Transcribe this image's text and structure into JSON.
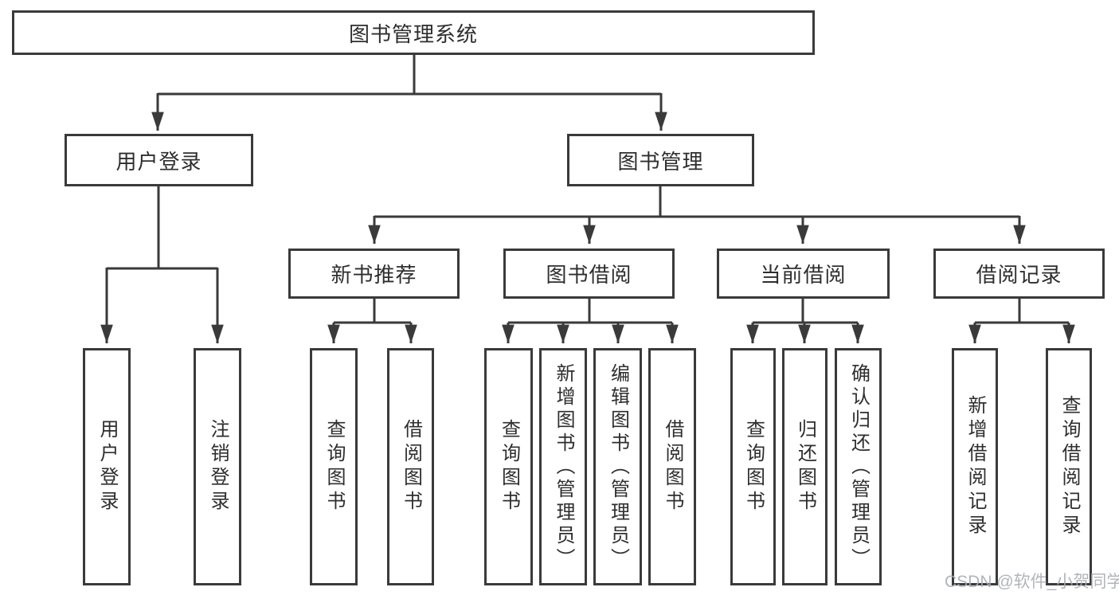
{
  "diagram_title": "图书管理系统",
  "colors": {
    "line": "#3a3a3a",
    "box_border": "#3a3a3a",
    "text": "#2e2e2e",
    "background": "#ffffff",
    "watermark": "#a8adb2"
  },
  "nodes": {
    "root": "图书管理系统",
    "user_login": "用户登录",
    "book_mgmt": "图书管理",
    "new_book_rec": "新书推荐",
    "book_borrow": "图书借阅",
    "current_borrow": "当前借阅",
    "borrow_record": "借阅记录",
    "login": "用户登录",
    "logout": "注销登录",
    "rec_query": "查询图书",
    "rec_borrow": "借阅图书",
    "bb_query": "查询图书",
    "bb_add": "新增图书（管理员）",
    "bb_edit": "编辑图书（管理员）",
    "bb_borrow": "借阅图书",
    "cb_query": "查询图书",
    "cb_return": "归还图书",
    "cb_confirm": "确认归还（管理员）",
    "br_add": "新增借阅记录",
    "br_query": "查询借阅记录"
  },
  "hierarchy": [
    {
      "parent": "图书管理系统",
      "children": [
        "用户登录",
        "图书管理"
      ]
    },
    {
      "parent": "用户登录",
      "children": [
        "用户登录",
        "注销登录"
      ]
    },
    {
      "parent": "图书管理",
      "children": [
        "新书推荐",
        "图书借阅",
        "当前借阅",
        "借阅记录"
      ]
    },
    {
      "parent": "新书推荐",
      "children": [
        "查询图书",
        "借阅图书"
      ]
    },
    {
      "parent": "图书借阅",
      "children": [
        "查询图书",
        "新增图书（管理员）",
        "编辑图书（管理员）",
        "借阅图书"
      ]
    },
    {
      "parent": "当前借阅",
      "children": [
        "查询图书",
        "归还图书",
        "确认归还（管理员）"
      ]
    },
    {
      "parent": "借阅记录",
      "children": [
        "新增借阅记录",
        "查询借阅记录"
      ]
    }
  ],
  "watermark": "CSDN @软件_小贺同学"
}
